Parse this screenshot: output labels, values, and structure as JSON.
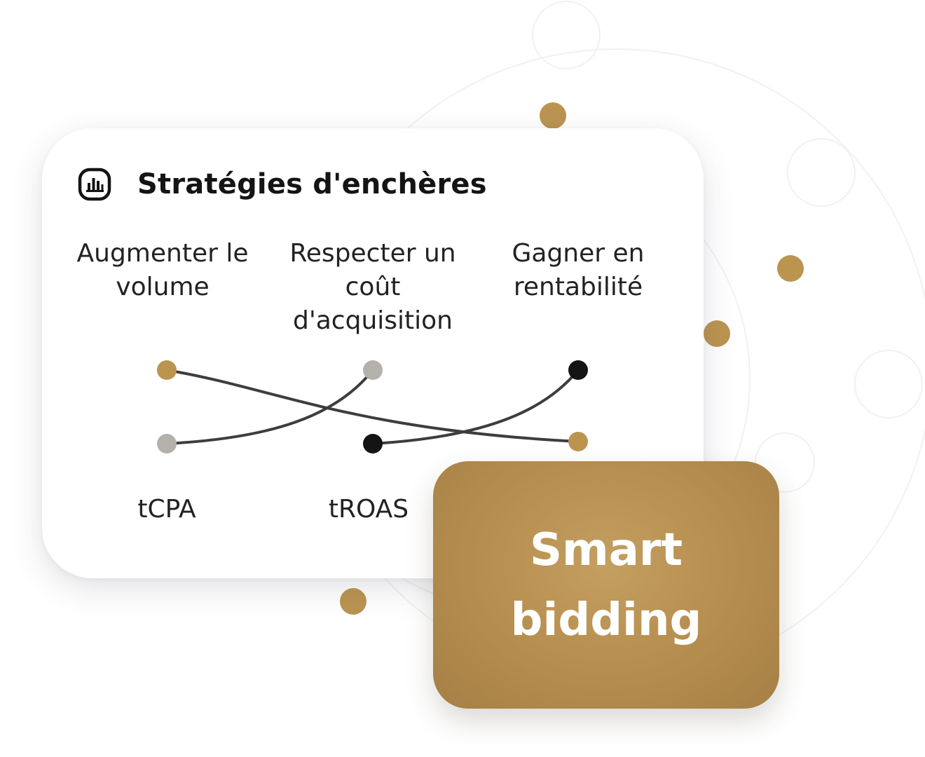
{
  "card": {
    "title": "Stratégies d'enchères",
    "goals": [
      {
        "label": "Augmenter le volume"
      },
      {
        "label": "Respecter un coût d'acquisition"
      },
      {
        "label": "Gagner en rentabilité"
      }
    ],
    "strategies": [
      {
        "label": "tCPA"
      },
      {
        "label": "tROAS"
      }
    ]
  },
  "badge": {
    "label": "Smart\nbidding"
  },
  "colors": {
    "accent_gold": "#bb9450",
    "node_gray": "#b4b0aa",
    "node_black": "#141414",
    "line": "#3d3d3d"
  },
  "icons": {
    "title_icon": "bar-chart-icon"
  }
}
